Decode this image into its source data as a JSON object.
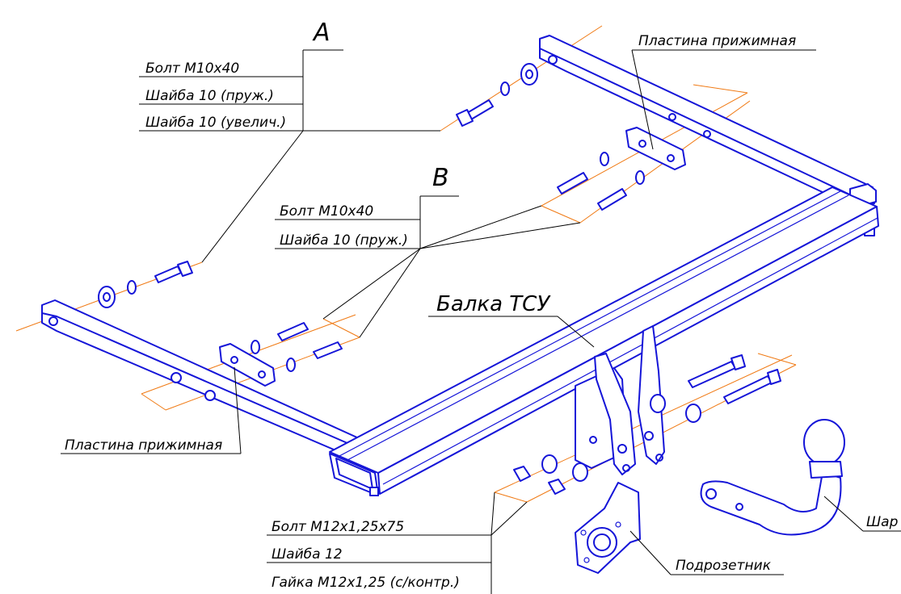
{
  "callouts": {
    "detail_a": "A",
    "detail_b": "B"
  },
  "labels": {
    "a_bolt": "Болт М10х40",
    "a_washer_spring": "Шайба 10 (пруж.)",
    "a_washer_large": "Шайба 10 (увелич.)",
    "b_bolt": "Болт М10х40",
    "b_washer_spring": "Шайба 10 (пруж.)",
    "plate_top": "Пластина прижимная",
    "plate_left": "Пластина прижимная",
    "beam": "Балка ТСУ",
    "bottom_bolt": "Болт М12х1,25х75",
    "bottom_washer": "Шайба 12",
    "bottom_nut": "Гайка М12х1,25 (с/контр.)",
    "socket_plate": "Подрозетник",
    "ball": "Шар"
  },
  "colors": {
    "part_line": "#1515d8",
    "axis_line": "#f07a14",
    "leader_line": "#000000"
  }
}
